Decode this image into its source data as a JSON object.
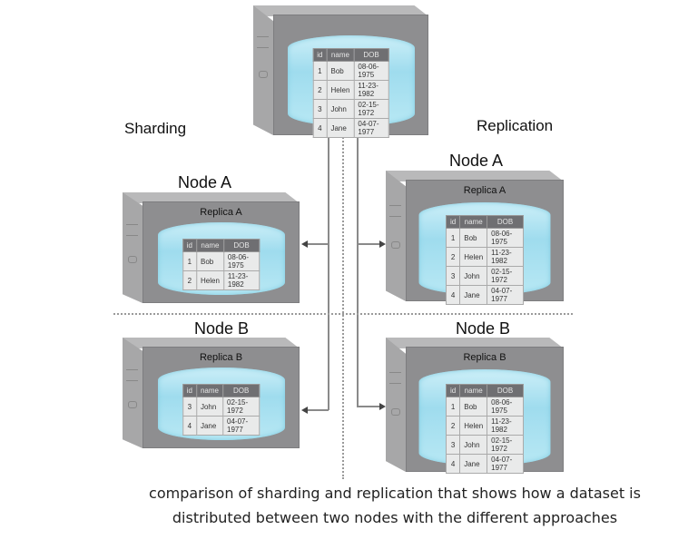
{
  "labels": {
    "sharding": "Sharding",
    "replication": "Replication",
    "node_a": "Node A",
    "node_b": "Node B",
    "replica_a": "Replica A",
    "replica_b": "Replica B"
  },
  "columns": [
    "id",
    "name",
    "DOB"
  ],
  "source_table": [
    [
      "1",
      "Bob",
      "08-06-1975"
    ],
    [
      "2",
      "Helen",
      "11-23-1982"
    ],
    [
      "3",
      "John",
      "02-15-1972"
    ],
    [
      "4",
      "Jane",
      "04-07-1977"
    ]
  ],
  "sharding": {
    "node_a_rows": [
      [
        "1",
        "Bob",
        "08-06-1975"
      ],
      [
        "2",
        "Helen",
        "11-23-1982"
      ]
    ],
    "node_b_rows": [
      [
        "3",
        "John",
        "02-15-1972"
      ],
      [
        "4",
        "Jane",
        "04-07-1977"
      ]
    ]
  },
  "replication": {
    "node_a_rows": [
      [
        "1",
        "Bob",
        "08-06-1975"
      ],
      [
        "2",
        "Helen",
        "11-23-1982"
      ],
      [
        "3",
        "John",
        "02-15-1972"
      ],
      [
        "4",
        "Jane",
        "04-07-1977"
      ]
    ],
    "node_b_rows": [
      [
        "1",
        "Bob",
        "08-06-1975"
      ],
      [
        "2",
        "Helen",
        "11-23-1982"
      ],
      [
        "3",
        "John",
        "02-15-1972"
      ],
      [
        "4",
        "Jane",
        "04-07-1977"
      ]
    ]
  },
  "caption": {
    "line1": "comparison of sharding and replication that shows how a dataset is",
    "line2": "distributed between two nodes with the different approaches"
  }
}
